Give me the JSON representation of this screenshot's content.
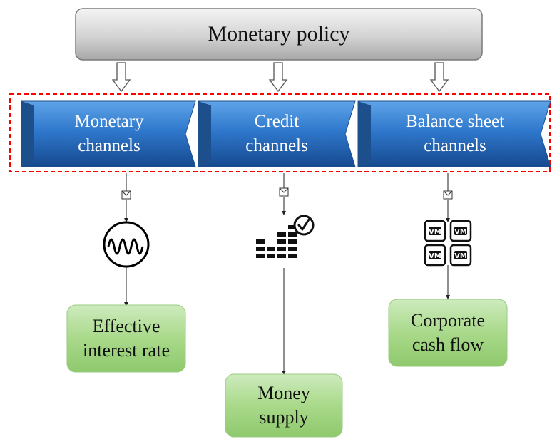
{
  "top": {
    "label": "Monetary policy"
  },
  "channels": [
    {
      "line1": "Monetary",
      "line2": "channels"
    },
    {
      "line1": "Credit",
      "line2": "channels"
    },
    {
      "line1": "Balance sheet",
      "line2": "channels"
    }
  ],
  "outcomes": [
    {
      "line1": "Effective",
      "line2": "interest rate"
    },
    {
      "line1": "Money",
      "line2": "supply"
    },
    {
      "line1": "Corporate",
      "line2": "cash flow"
    }
  ],
  "vm_labels": [
    "VM",
    "VM",
    "VM",
    "VM"
  ],
  "colors": {
    "policy_fill": "#d9d9d9",
    "channel_fill": "#2f74c0",
    "channel_dark": "#1d4f8c",
    "outcome_fill": "#a9d98a",
    "dash_border": "#ff0000"
  },
  "icons": [
    "envelope-icon",
    "oscillator-icon",
    "equalizer-check-icon",
    "vm-grid-icon",
    "hollow-down-arrow-icon"
  ]
}
